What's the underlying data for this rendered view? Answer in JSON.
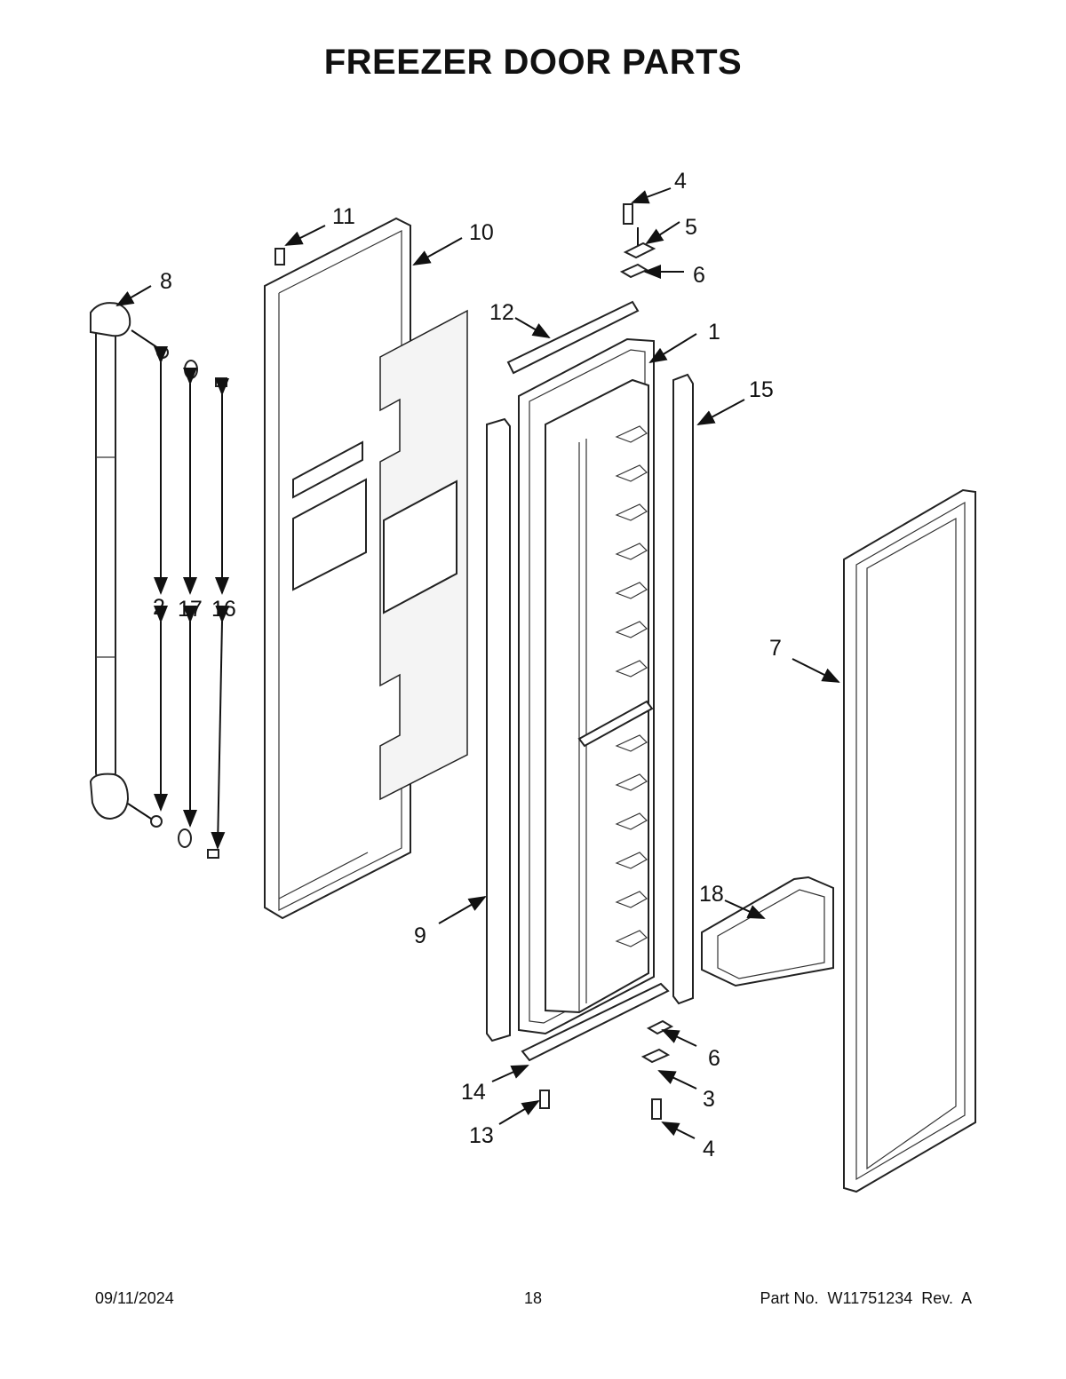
{
  "title": "FREEZER DOOR PARTS",
  "footer": {
    "date": "09/11/2024",
    "page": "18",
    "part_no": "Part No.  W11751234  Rev.  A"
  },
  "callouts": {
    "c1": "1",
    "c2": "2",
    "c3": "3",
    "c4a": "4",
    "c4b": "4",
    "c5": "5",
    "c6a": "6",
    "c6b": "6",
    "c7": "7",
    "c8": "8",
    "c9": "9",
    "c10": "10",
    "c11": "11",
    "c12": "12",
    "c13": "13",
    "c14": "14",
    "c15": "15",
    "c16": "16",
    "c17": "17",
    "c18": "18"
  }
}
